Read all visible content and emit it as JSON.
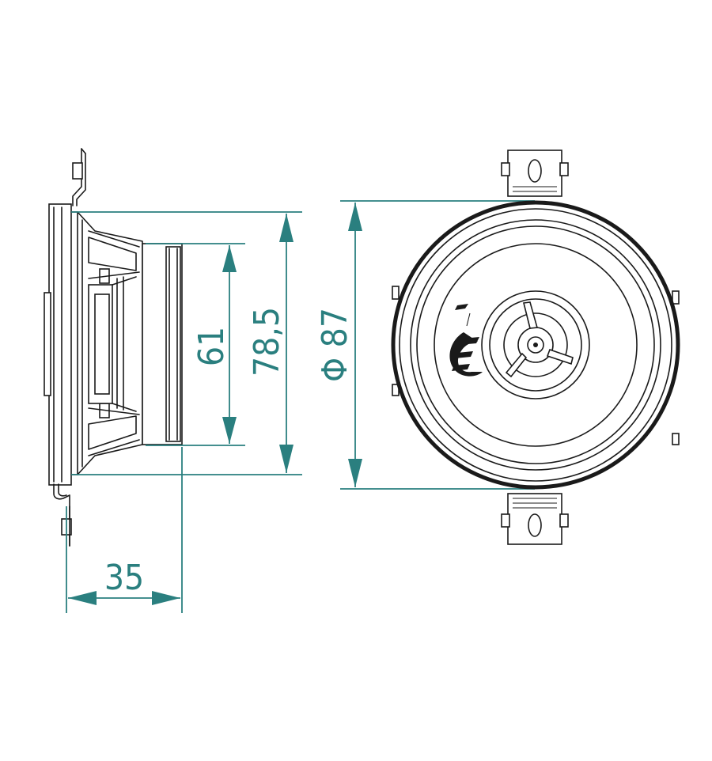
{
  "dimensions": {
    "depth": "35",
    "magnet_diameter": "61",
    "mounting_diameter": "78,5",
    "outer_diameter": "Φ 87"
  },
  "colors": {
    "dimension_lines": "#2a7f7f",
    "drawing_lines": "#1a1a1a",
    "background": "#ffffff"
  },
  "icons": {
    "brand_logo": "brand-logo-icon"
  }
}
